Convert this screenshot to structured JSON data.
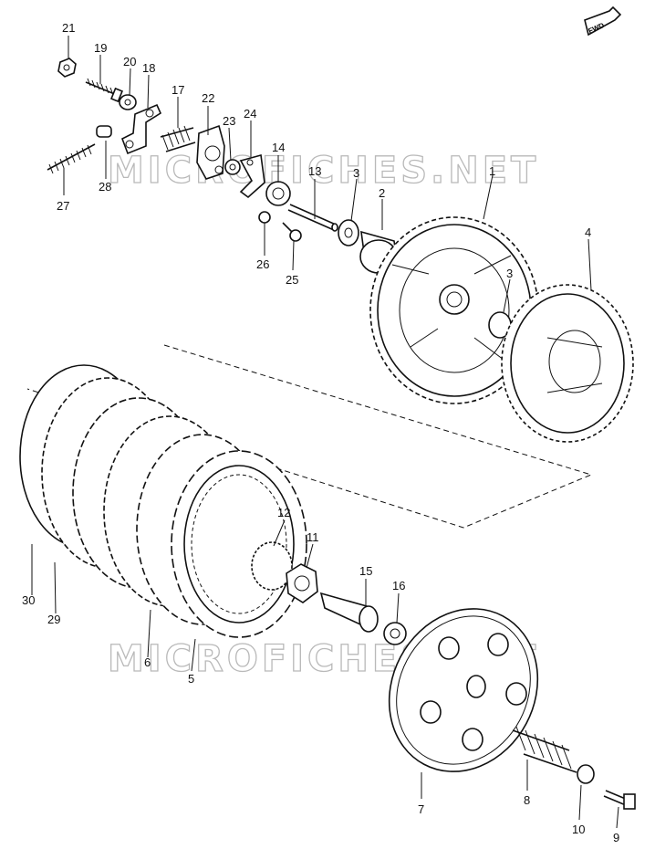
{
  "watermark": "MICROFICHES.NET",
  "fwd_badge": "FWD",
  "callouts": [
    "1",
    "2",
    "3",
    "3",
    "4",
    "5",
    "6",
    "7",
    "8",
    "9",
    "10",
    "11",
    "12",
    "13",
    "14",
    "15",
    "16",
    "17",
    "18",
    "19",
    "20",
    "21",
    "22",
    "23",
    "24",
    "25",
    "26",
    "27",
    "28",
    "29",
    "30"
  ]
}
